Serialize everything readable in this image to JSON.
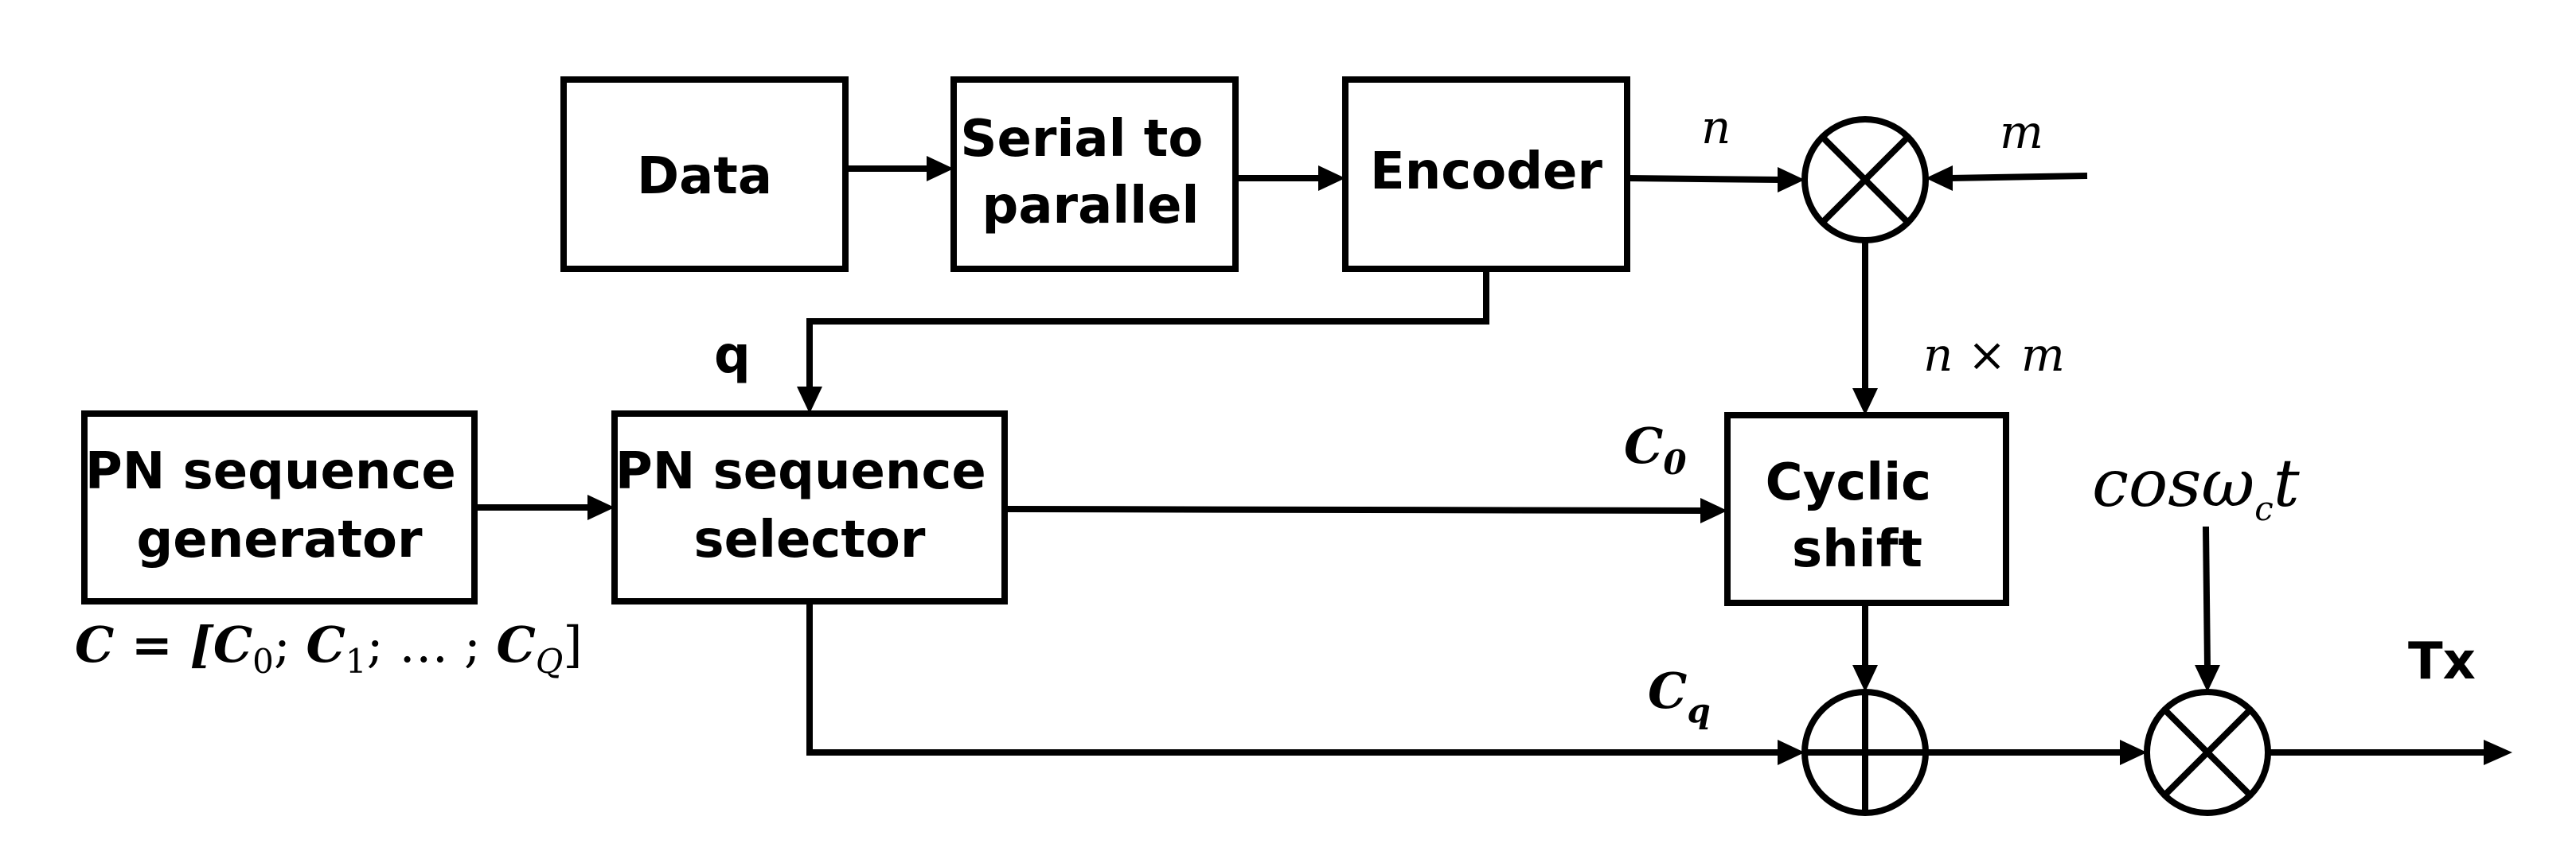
{
  "blocks": {
    "data": [
      "Data"
    ],
    "serial_to_parallel": [
      "Serial to",
      "parallel"
    ],
    "encoder": [
      "Encoder"
    ],
    "pn_generator": [
      "PN sequence",
      "generator"
    ],
    "pn_selector": [
      "PN sequence",
      "selector"
    ],
    "cyclic_shift": [
      "Cyclic",
      "shift"
    ]
  },
  "labels": {
    "n": "n",
    "m": "m",
    "q": "q",
    "n_times_m": "n × m",
    "c0_base": "C",
    "c0_sub": "0",
    "cq_base": "C",
    "cq_sub": "q",
    "carrier_base": "cosω",
    "carrier_sub": "c",
    "carrier_t": "t",
    "tx": "Tx",
    "c_set": {
      "lhs": "C = [",
      "c0": "C",
      "s0": "0",
      "sep1": "; ",
      "c1": "C",
      "s1": "1",
      "mid": "; … ; ",
      "cQ": "C",
      "sQ": "Q",
      "close": "]"
    }
  },
  "colors": {
    "ink": "#000000",
    "background": "#ffffff"
  }
}
